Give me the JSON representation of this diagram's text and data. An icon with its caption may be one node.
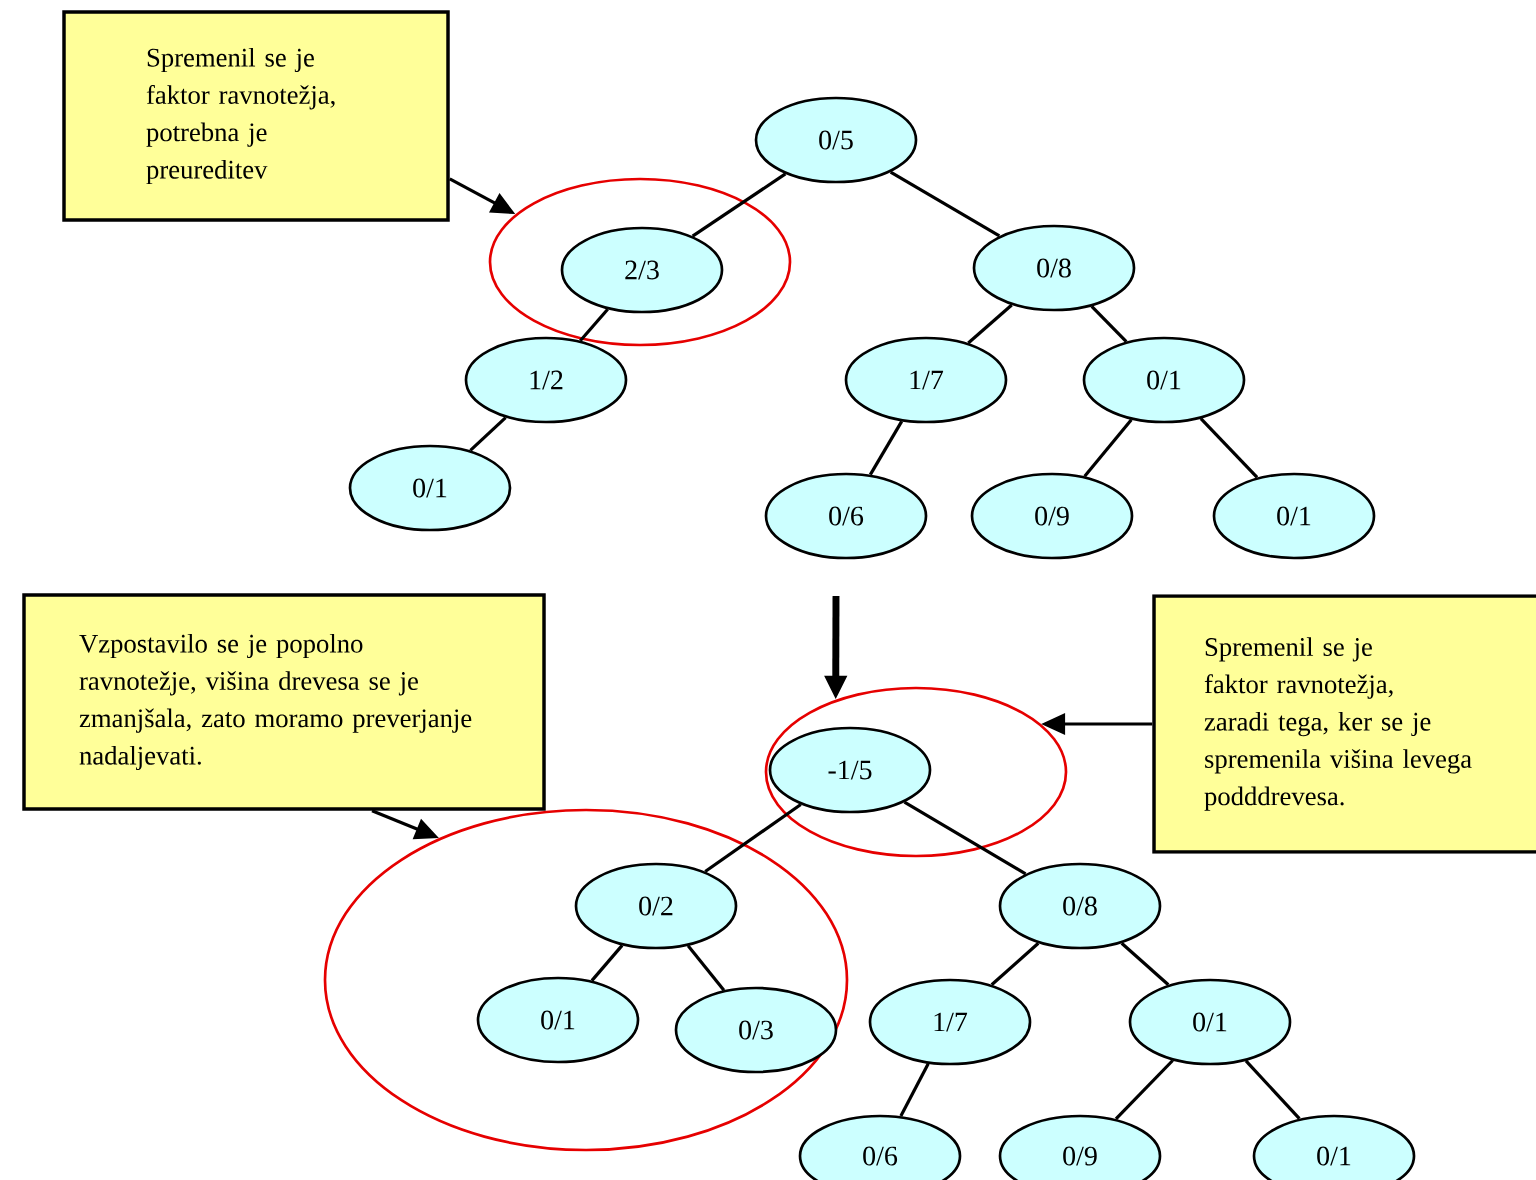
{
  "diagram": {
    "nodes": [
      {
        "text": [
          "Spremenil se je faktor ravnotežja, potrebna je preureditev"
        ]
      },
      {
        "text": [],
        "shape": "circle"
      },
      {
        "text": [
          "0/5"
        ]
      },
      {
        "text": [
          "2/3"
        ],
        "in": 1
      },
      {
        "text": [
          "0/8"
        ]
      },
      {
        "text": [
          "1/2"
        ]
      },
      {
        "text": [
          "1/7"
        ]
      },
      {
        "text": [
          "0/1"
        ]
      },
      {
        "text": [
          "0/1"
        ]
      },
      {
        "text": [
          "0/6"
        ]
      },
      {
        "text": [
          "0/9"
        ]
      },
      {
        "text": [
          "0/1"
        ]
      },
      {
        "text": [
          "Vzpostavilo se je popolno ravnotežje, višina drevesa se je zmanjšala, zato moramo preverjanje nadaljevati."
        ]
      },
      {
        "text": [
          "Spremenil se je faktor ravnotežja, zaradi tega, ker se je spremenila višina levega podddrevesa."
        ]
      },
      {
        "text": [],
        "shape": "circle"
      },
      {
        "text": [],
        "shape": "circle"
      },
      {
        "text": [
          "-1/5"
        ],
        "in": 14
      },
      {
        "text": [
          "0/2"
        ],
        "in": 15
      },
      {
        "text": [
          "0/8"
        ]
      },
      {
        "text": [
          "0/1"
        ],
        "in": 15
      },
      {
        "text": [
          "0/3"
        ],
        "in": 15
      },
      {
        "text": [
          "1/7"
        ]
      },
      {
        "text": [
          "0/1"
        ]
      },
      {
        "text": [
          "0/6"
        ]
      },
      {
        "text": [
          "0/9"
        ]
      },
      {
        "text": [
          "0/1"
        ]
      }
    ],
    "edges": [
      {
        "from": 0,
        "to": 1,
        "arrow": "to"
      },
      {
        "from": 2,
        "to": 3,
        "arrow": "none"
      },
      {
        "from": 2,
        "to": 4,
        "arrow": "none"
      },
      {
        "from": 3,
        "to": 5,
        "arrow": "none"
      },
      {
        "from": 5,
        "to": 8,
        "arrow": "none"
      },
      {
        "from": 4,
        "to": 6,
        "arrow": "none"
      },
      {
        "from": 4,
        "to": 7,
        "arrow": "none"
      },
      {
        "from": 6,
        "to": 9,
        "arrow": "none"
      },
      {
        "from": 7,
        "to": 10,
        "arrow": "none"
      },
      {
        "from": 7,
        "to": 11,
        "arrow": "none"
      },
      {
        "from": null,
        "to": 14,
        "arrow": "to",
        "style": "thick"
      },
      {
        "from": 13,
        "to": 14,
        "arrow": "to"
      },
      {
        "from": 12,
        "to": 15,
        "arrow": "to"
      },
      {
        "from": 16,
        "to": 17,
        "arrow": "none"
      },
      {
        "from": 16,
        "to": 18,
        "arrow": "none"
      },
      {
        "from": 17,
        "to": 19,
        "arrow": "none"
      },
      {
        "from": 17,
        "to": 20,
        "arrow": "none"
      },
      {
        "from": 18,
        "to": 21,
        "arrow": "none"
      },
      {
        "from": 18,
        "to": 22,
        "arrow": "none"
      },
      {
        "from": 21,
        "to": 23,
        "arrow": "none"
      },
      {
        "from": 22,
        "to": 24,
        "arrow": "none"
      },
      {
        "from": 22,
        "to": 25,
        "arrow": "none"
      }
    ]
  }
}
